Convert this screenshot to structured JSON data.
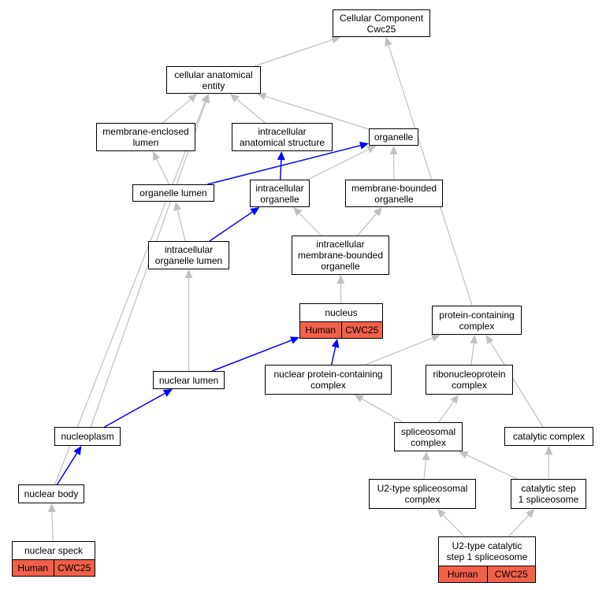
{
  "colors": {
    "gray_edge": "#c0c0c0",
    "blue_edge": "#0000ff",
    "tag_fill": "#f0614a",
    "node_border": "#000000"
  },
  "nodes": [
    {
      "id": "cc",
      "label": "Cellular Component\nCwc25"
    },
    {
      "id": "cae",
      "label": "cellular anatomical\nentity"
    },
    {
      "id": "mel",
      "label": "membrane-enclosed\nlumen"
    },
    {
      "id": "ias",
      "label": "intracellular\nanatomical structure"
    },
    {
      "id": "org",
      "label": "organelle"
    },
    {
      "id": "orgl",
      "label": "organelle lumen"
    },
    {
      "id": "io",
      "label": "intracellular\norganelle"
    },
    {
      "id": "mbo",
      "label": "membrane-bounded\norganelle"
    },
    {
      "id": "iol",
      "label": "intracellular\norganelle lumen"
    },
    {
      "id": "imbo",
      "label": "intracellular\nmembrane-bounded\norganelle"
    },
    {
      "id": "nuc",
      "label": "nucleus",
      "tags": [
        "Human",
        "CWC25"
      ]
    },
    {
      "id": "pcc",
      "label": "protein-containing\ncomplex"
    },
    {
      "id": "nl",
      "label": "nuclear lumen"
    },
    {
      "id": "npcc",
      "label": "nuclear protein-containing\ncomplex"
    },
    {
      "id": "rnp",
      "label": "ribonucleoprotein\ncomplex"
    },
    {
      "id": "np",
      "label": "nucleoplasm"
    },
    {
      "id": "spc",
      "label": "spliceosomal\ncomplex"
    },
    {
      "id": "cat",
      "label": "catalytic complex"
    },
    {
      "id": "nb",
      "label": "nuclear body"
    },
    {
      "id": "u2",
      "label": "U2-type spliceosomal\ncomplex"
    },
    {
      "id": "cs1",
      "label": "catalytic step\n1 spliceosome"
    },
    {
      "id": "ns",
      "label": "nuclear speck",
      "tags": [
        "Human",
        "CWC25"
      ]
    },
    {
      "id": "u2c",
      "label": "U2-type catalytic\nstep 1 spliceosome",
      "tags": [
        "Human",
        "CWC25"
      ]
    }
  ],
  "edges": [
    {
      "from": "cae",
      "to": "cc",
      "color": "gray"
    },
    {
      "from": "pcc",
      "to": "cc",
      "color": "gray"
    },
    {
      "from": "mel",
      "to": "cae",
      "color": "gray"
    },
    {
      "from": "ias",
      "to": "cae",
      "color": "gray"
    },
    {
      "from": "org",
      "to": "cae",
      "color": "gray"
    },
    {
      "from": "np",
      "to": "cae",
      "color": "gray"
    },
    {
      "from": "nb",
      "to": "cae",
      "color": "gray"
    },
    {
      "from": "orgl",
      "to": "mel",
      "color": "gray"
    },
    {
      "from": "orgl",
      "to": "org",
      "color": "blue"
    },
    {
      "from": "io",
      "to": "ias",
      "color": "blue"
    },
    {
      "from": "io",
      "to": "org",
      "color": "gray"
    },
    {
      "from": "mbo",
      "to": "org",
      "color": "gray"
    },
    {
      "from": "iol",
      "to": "orgl",
      "color": "gray"
    },
    {
      "from": "iol",
      "to": "io",
      "color": "blue"
    },
    {
      "from": "imbo",
      "to": "io",
      "color": "gray"
    },
    {
      "from": "imbo",
      "to": "mbo",
      "color": "gray"
    },
    {
      "from": "nuc",
      "to": "imbo",
      "color": "gray"
    },
    {
      "from": "nl",
      "to": "iol",
      "color": "gray"
    },
    {
      "from": "nl",
      "to": "nuc",
      "color": "blue"
    },
    {
      "from": "npcc",
      "to": "nuc",
      "color": "blue"
    },
    {
      "from": "npcc",
      "to": "pcc",
      "color": "gray"
    },
    {
      "from": "rnp",
      "to": "pcc",
      "color": "gray"
    },
    {
      "from": "cat",
      "to": "pcc",
      "color": "gray"
    },
    {
      "from": "np",
      "to": "nl",
      "color": "blue"
    },
    {
      "from": "spc",
      "to": "npcc",
      "color": "gray"
    },
    {
      "from": "spc",
      "to": "rnp",
      "color": "gray"
    },
    {
      "from": "nb",
      "to": "np",
      "color": "blue"
    },
    {
      "from": "u2",
      "to": "spc",
      "color": "gray"
    },
    {
      "from": "cs1",
      "to": "spc",
      "color": "gray"
    },
    {
      "from": "cs1",
      "to": "cat",
      "color": "gray"
    },
    {
      "from": "ns",
      "to": "nb",
      "color": "gray"
    },
    {
      "from": "u2c",
      "to": "u2",
      "color": "gray"
    },
    {
      "from": "u2c",
      "to": "cs1",
      "color": "gray"
    }
  ]
}
